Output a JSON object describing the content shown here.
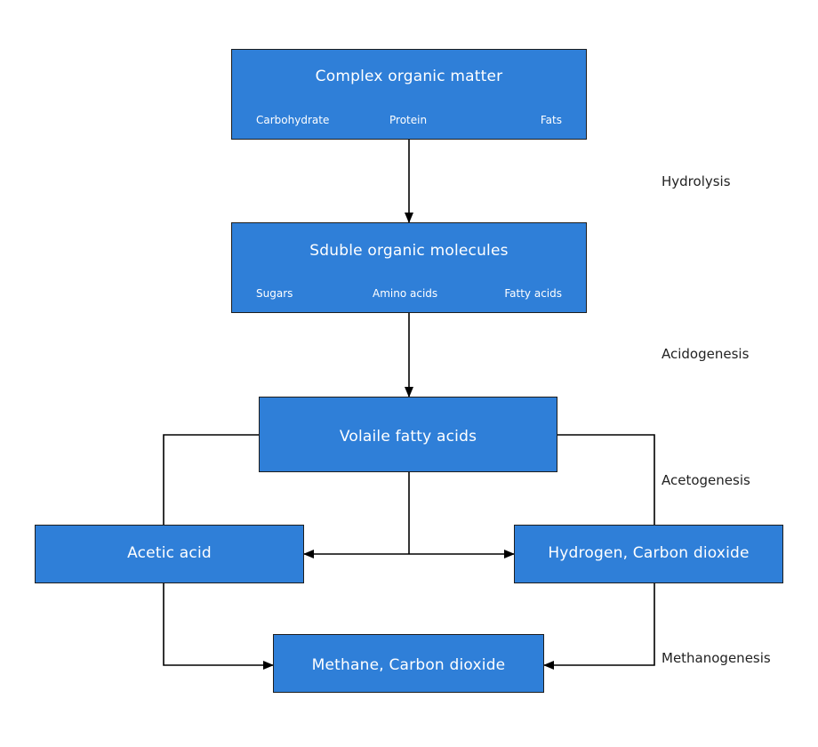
{
  "boxes": {
    "complex": {
      "title": "Complex organic matter",
      "items": [
        "Carbohydrate",
        "Protein",
        "Fats"
      ]
    },
    "soluble": {
      "title": "Sduble organic molecules",
      "items": [
        "Sugars",
        "Amino acids",
        "Fatty acids"
      ]
    },
    "vfa": {
      "title": "Volaile fatty acids"
    },
    "acetic": {
      "title": "Acetic acid"
    },
    "hydrogen": {
      "title": "Hydrogen, Carbon dioxide"
    },
    "methane": {
      "title": "Methane, Carbon dioxide"
    }
  },
  "stages": {
    "hydrolysis": "Hydrolysis",
    "acidogenesis": "Acidogenesis",
    "acetogenesis": "Acetogenesis",
    "methanogenesis": "Methanogenesis"
  },
  "colors": {
    "box_fill": "#2f7fd8",
    "line": "#000000"
  }
}
